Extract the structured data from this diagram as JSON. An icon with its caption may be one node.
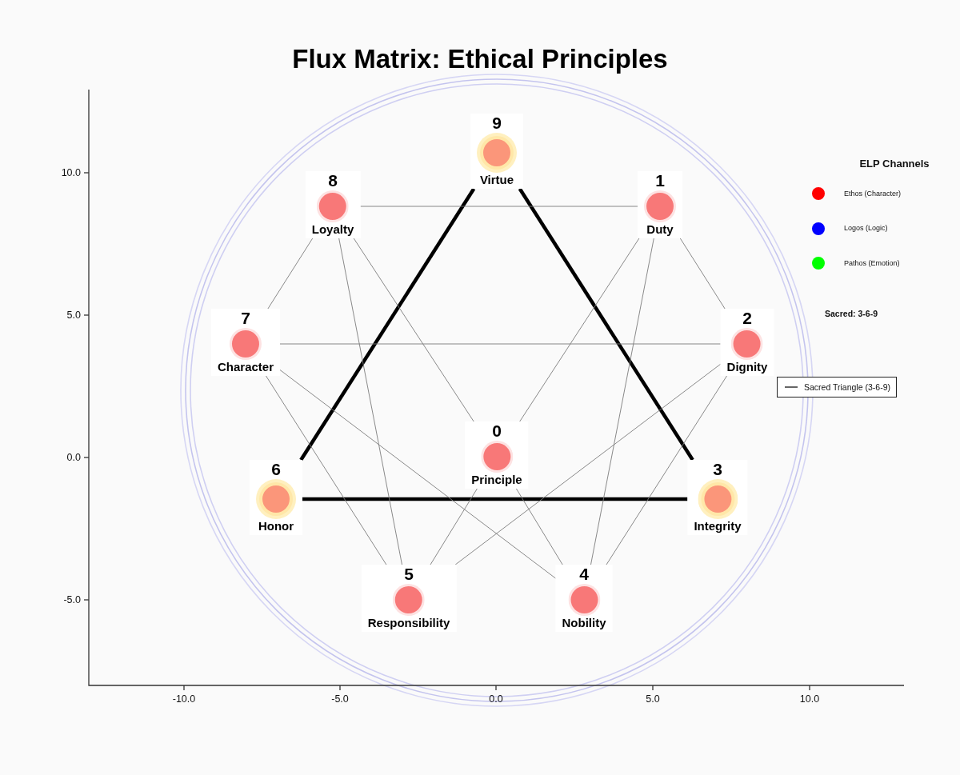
{
  "diagram": {
    "title": "Flux Matrix: Ethical Principles",
    "nodes": [
      {
        "text": [
          "9",
          "Virtue"
        ]
      },
      {
        "text": [
          "8",
          "Loyalty"
        ]
      },
      {
        "text": [
          "1",
          "Duty"
        ]
      },
      {
        "text": [
          "7",
          "Character"
        ]
      },
      {
        "text": [
          "2",
          "Dignity"
        ]
      },
      {
        "text": [
          "0",
          "Principle"
        ]
      },
      {
        "text": [
          "6",
          "Honor"
        ]
      },
      {
        "text": [
          "3",
          "Integrity"
        ]
      },
      {
        "text": [
          "5",
          "Responsibility"
        ]
      },
      {
        "text": [
          "4",
          "Nobility"
        ]
      }
    ],
    "edges": [
      {
        "from": 0,
        "to": 7,
        "arrow": "none",
        "style": "thick",
        "color": "#000000"
      },
      {
        "from": 7,
        "to": 6,
        "arrow": "none",
        "style": "thick",
        "color": "#000000"
      },
      {
        "from": 6,
        "to": 0,
        "arrow": "none",
        "style": "thick",
        "color": "#000000"
      },
      {
        "from": 2,
        "to": 4,
        "arrow": "none"
      },
      {
        "from": 4,
        "to": 9,
        "arrow": "none"
      },
      {
        "from": 9,
        "to": 5,
        "arrow": "none"
      },
      {
        "from": 5,
        "to": 1,
        "arrow": "none"
      },
      {
        "from": 1,
        "to": 3,
        "arrow": "none"
      },
      {
        "from": 3,
        "to": 8,
        "arrow": "none"
      },
      {
        "from": 8,
        "to": 5,
        "arrow": "none"
      },
      {
        "from": 5,
        "to": 2,
        "arrow": "none"
      },
      {
        "from": 1,
        "to": 2,
        "arrow": "none"
      },
      {
        "from": 3,
        "to": 4,
        "arrow": "none"
      },
      {
        "from": 1,
        "to": 8,
        "arrow": "none"
      },
      {
        "from": 2,
        "to": 9,
        "arrow": "none"
      },
      {
        "from": 3,
        "to": 9,
        "arrow": "none"
      },
      {
        "from": 4,
        "to": 8,
        "arrow": "none"
      }
    ],
    "labels": [
      "10.0",
      "5.0",
      "0.0",
      "-5.0",
      "-10.0",
      "-5.0",
      "0.0",
      "5.0",
      "10.0",
      "ELP Channels",
      "Sacred: 3-6-9"
    ],
    "legend": [
      {
        "text": "Ethos (Character)",
        "color": "#ff0000"
      },
      {
        "text": "Logos (Logic)",
        "color": "#0000ff"
      },
      {
        "text": "Pathos (Emotion)",
        "color": "#00ff00"
      },
      {
        "text": "Sacred Triangle (3-6-9)"
      }
    ]
  }
}
